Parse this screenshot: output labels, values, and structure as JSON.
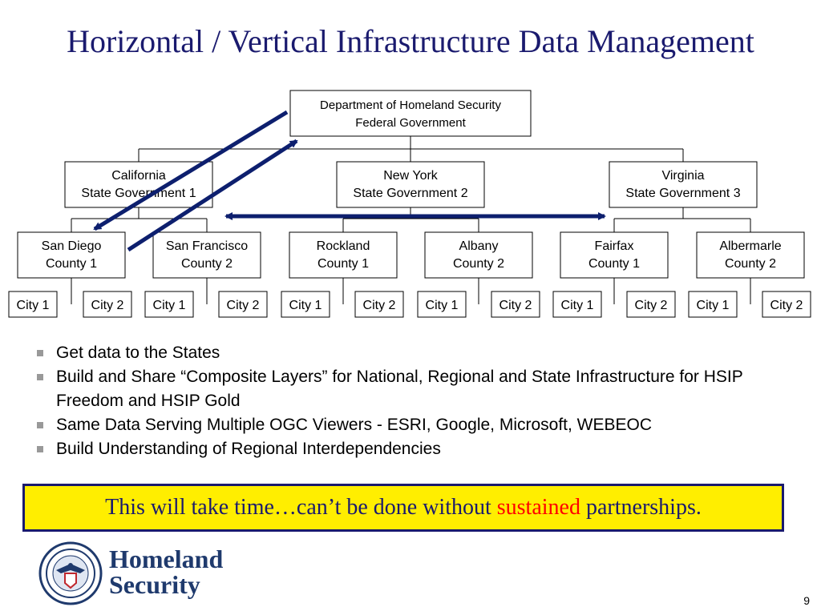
{
  "slide": {
    "title": "Horizontal / Vertical Infrastructure Data Management",
    "page_number": "9"
  },
  "org_chart": {
    "federal": {
      "line1": "Department of Homeland Security",
      "line2": "Federal Government"
    },
    "states": [
      {
        "line1": "California",
        "line2": "State Government 1"
      },
      {
        "line1": "New York",
        "line2": "State Government 2"
      },
      {
        "line1": "Virginia",
        "line2": "State Government 3"
      }
    ],
    "counties": [
      {
        "line1": "San Diego",
        "line2": "County 1"
      },
      {
        "line1": "San Francisco",
        "line2": "County 2"
      },
      {
        "line1": "Rockland",
        "line2": "County 1"
      },
      {
        "line1": "Albany",
        "line2": "County 2"
      },
      {
        "line1": "Fairfax",
        "line2": "County 1"
      },
      {
        "line1": "Albermarle",
        "line2": "County 2"
      }
    ],
    "cities": [
      "City 1",
      "City 2",
      "City 1",
      "City 2",
      "City 1",
      "City 2",
      "City 1",
      "City 2",
      "City 1",
      "City 2",
      "City 1",
      "City 2"
    ],
    "arrow_color": "#0d1f6e"
  },
  "bullets": [
    {
      "text": "Get data to the States"
    },
    {
      "text": "Build and Share “Composite Layers” for National, Regional and State Infrastructure for HSIP Freedom and HSIP Gold"
    },
    {
      "text": "Same Data Serving Multiple OGC Viewers - ESRI, Google, Microsoft, WEBEOC"
    },
    {
      "text": "Build Understanding of Regional Interdependencies"
    }
  ],
  "callout": {
    "before": "This will take time…can’t be done without ",
    "highlight": "sustained",
    "after": " partnerships.",
    "highlight_color": "#ff0000",
    "background": "#ffee00"
  },
  "logo": {
    "name_line1": "Homeland",
    "name_line2": "Security",
    "seal_icon": "dhs-seal-icon"
  }
}
